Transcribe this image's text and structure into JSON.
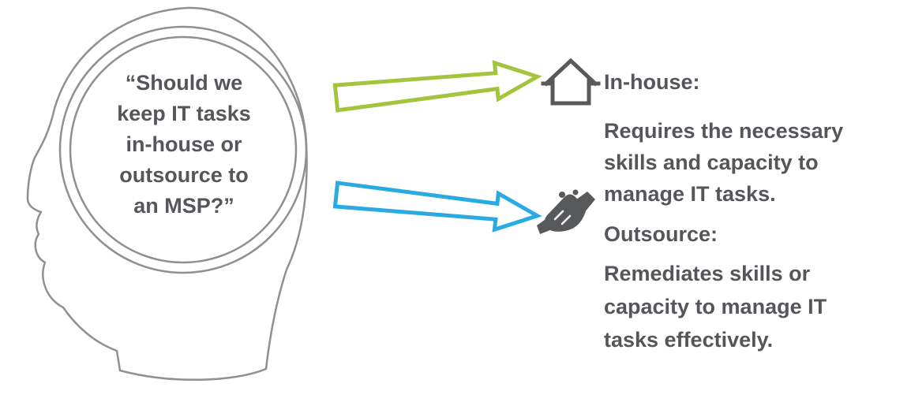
{
  "diagram": {
    "head_question": {
      "lines": [
        "“Should we",
        "keep IT tasks",
        "in-house or",
        "outsource to",
        "an MSP?”"
      ]
    },
    "options": [
      {
        "id": "in-house",
        "icon": "house-icon",
        "label": "In-house:",
        "description_lines": [
          "Requires the necessary",
          "skills and capacity to",
          "manage IT tasks."
        ]
      },
      {
        "id": "outsource",
        "icon": "handshake-icon",
        "label": "Outsource:",
        "description_lines": [
          "Remediates skills or",
          "capacity to manage IT",
          "tasks effectively."
        ]
      }
    ],
    "colors": {
      "arrow_green": "#a3c53d",
      "arrow_blue": "#29abe2",
      "head_outline": "#8e9093",
      "text": "#54565a",
      "icon": "#58595b"
    }
  }
}
